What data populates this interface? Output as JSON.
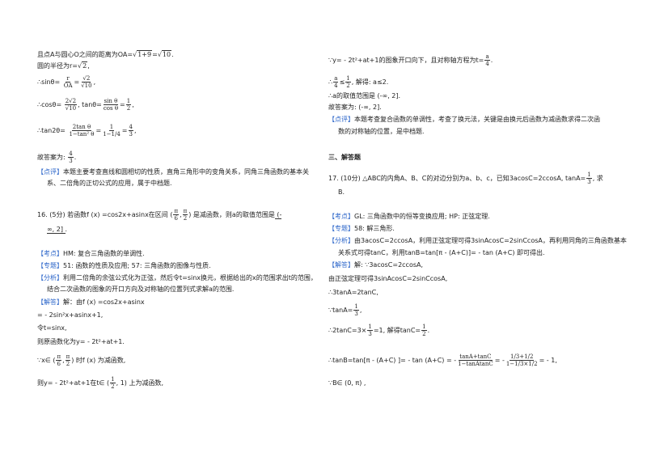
{
  "left": {
    "l1": "且点A与圆心O之间的距离为OA=",
    "l1_sqrt1": "1+9",
    "l1_eq": "=",
    "l1_sqrt2": "10",
    "l1_end": ".",
    "l2": "圆的半径为r=",
    "l2_sqrt": "2",
    "l2_end": ",",
    "sin_label": "∴sinθ=",
    "sin_f1_num": "r",
    "sin_f1_den": "OA",
    "sin_eq": "=",
    "sin_f2_num": "√2",
    "sin_f2_den": "√10",
    "sin_end": ",",
    "cos_label": "∴cosθ=",
    "cos_f_num": "2√2",
    "cos_f_den": "√10",
    "cos_mid": ", tanθ=",
    "tan_f1_num": "sin θ",
    "tan_f1_den": "cos θ",
    "tan_eq": "=",
    "tan_f2_num": "1",
    "tan_f2_den": "2",
    "tan_end": ",",
    "tan2_label": "∴tan2θ=",
    "tan2_f1_num": "2tan θ",
    "tan2_f1_den": "1−tan² θ",
    "tan2_eq1": "=",
    "tan2_f2_num": "1",
    "tan2_f2_den": "1−1/4",
    "tan2_eq2": "=",
    "tan2_f3_num": "4",
    "tan2_f3_den": "3",
    "tan2_end": ",",
    "answer_label": "故答案为:",
    "answer_num": "4",
    "answer_den": "3",
    "answer_end": ".",
    "review_tag": "【点评】",
    "review_text1": "本题主要考查直线和圆相切的性质，直角三角形中的变角关系，同角三角函数的基本关",
    "review_text2": "系、二倍角的正切公式的应用，属于中档题.",
    "q16_prefix": "16.  (5分) 若函数f (x) =cos2x+asinx在区间 (",
    "q16_f1_num": "π",
    "q16_f1_den": "6",
    "q16_comma": ",",
    "q16_f2_num": "π",
    "q16_f2_den": "2",
    "q16_suffix": ") 是减函数，则a的取值范围是",
    "q16_ans1": "  (-",
    "q16_ans2": "∞, 2]  ",
    "q16_end": ".",
    "kaodian_tag": "【考点】",
    "kaodian_text": "HM: 复合三角函数的单调性.",
    "zhuanti_tag": "【专题】",
    "zhuanti_text": "51: 函数的性质及应用; 57: 三角函数的图像与性质.",
    "fenxi_tag": "【分析】",
    "fenxi_text1": "利用二倍角的余弦公式化为正弦，然后令t=sinx换元，根据给出的x的范围求出t的范围，",
    "fenxi_text2": "结合二次函数的图象的开口方向及对称轴的位置列式求解a的范围.",
    "jieda_tag": "【解答】",
    "jieda_text": "解：由f (x) =cos2x+asinx",
    "step1": "= - 2sin²x+asinx+1,",
    "step2": "令t=sinx,",
    "step3": "则原函数化为y= - 2t²+at+1.",
    "step4_prefix": "∵x∈ (",
    "step4_f1_num": "π",
    "step4_f1_den": "6",
    "step4_comma": ",",
    "step4_f2_num": "π",
    "step4_f2_den": "2",
    "step4_suffix": ") 时f (x) 为减函数,",
    "step5_prefix": "则y= - 2t²+at+1在t∈ (",
    "step5_f_num": "1",
    "step5_f_den": "2",
    "step5_suffix": ", 1) 上为减函数,"
  },
  "right": {
    "r1_prefix": "∵y= - 2t²+at+1的图象开口向下，且对称轴方程为t=",
    "r1_f_num": "a",
    "r1_f_den": "4",
    "r1_end": ".",
    "r2_prefix": "∴",
    "r2_f1_num": "a",
    "r2_f1_den": "4",
    "r2_le": "≤",
    "r2_f2_num": "1",
    "r2_f2_den": "2",
    "r2_suffix": ", 解得: a≤2.",
    "r3": "∴a的取值范围是 (-∞, 2].",
    "r4": "故答案为: (-∞, 2].",
    "review_tag": "【点评】",
    "review_text1": "本题考查复合函数的单调性，考查了换元法，关键是由换元后函数为减函数求得二次函",
    "review_text2": "数的对称轴的位置，是中档题.",
    "section_title": "三、解答题",
    "q17_prefix": "17.  (10分) △ABC的内角A、B、C的对边分别为a、b、c，已知3acosC=2ccosA, tanA=",
    "q17_f_num": "1",
    "q17_f_den": "3",
    "q17_suffix": ", 求",
    "q17_line2": "B.",
    "kaodian_tag": "【考点】",
    "kaodian_text": "GL: 三角函数中的恒等变换应用; HP: 正弦定理.",
    "zhuanti_tag": "【专题】",
    "zhuanti_text": "58: 解三角形.",
    "fenxi_tag": "【分析】",
    "fenxi_text1": "由3acosC=2ccosA，利用正弦定理可得3sinAcosC=2sinCcosA，再利用同角的三角函数基本",
    "fenxi_text2": "关系式可得tanC，利用tanB=tan[π - (A+C)]= - tan (A+C) 即可得出.",
    "jieda_tag": "【解答】",
    "jieda_text": "解: ∵3acosC=2ccosA,",
    "s1": "由正弦定理可得3sinAcosC=2sinCcosA,",
    "s2": "∴3tanA=2tanC,",
    "s3_prefix": "∵tanA=",
    "s3_f_num": "1",
    "s3_f_den": "3",
    "s3_end": ",",
    "s4_prefix": "∴2tanC=3×",
    "s4_f1_num": "1",
    "s4_f1_den": "3",
    "s4_mid": "=1, 解得tanC=",
    "s4_f2_num": "1",
    "s4_f2_den": "2",
    "s4_end": ".",
    "s5_prefix": "∴tanB=tan[π -  (A+C) ]= - tan (A+C) = -",
    "s5_f1_num": "tanA+tanC",
    "s5_f1_den": "1−tanAtanC",
    "s5_eq": "= -",
    "s5_f2_num": "1/3+1/2",
    "s5_f2_den": "1−1/3×1/2",
    "s5_end": "= - 1,",
    "s6": "∵B∈ (0, π) ,"
  }
}
